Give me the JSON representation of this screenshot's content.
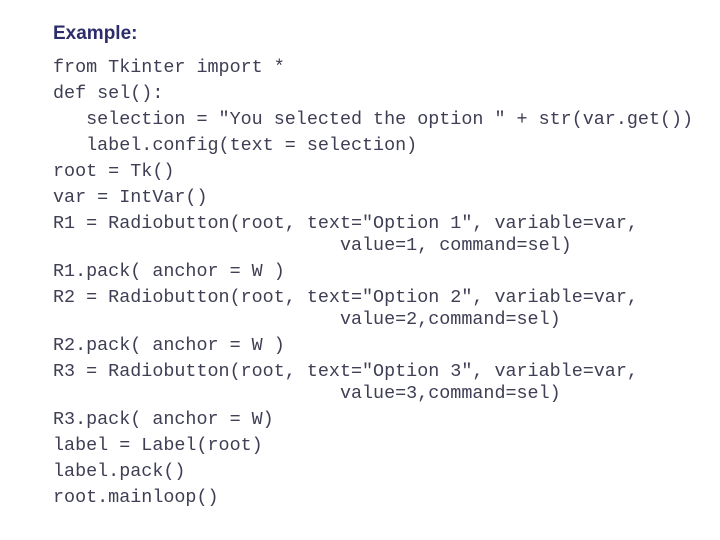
{
  "heading": {
    "label": "Example:"
  },
  "code": {
    "lines": [
      "from Tkinter import *",
      "def sel():",
      "   selection = \"You selected the option \" + str(var.get())",
      "   label.config(text = selection)",
      "root = Tk()",
      "var = IntVar()",
      "R1 = Radiobutton(root, text=\"Option 1\", variable=var,\n                          value=1, command=sel)",
      "R1.pack( anchor = W )",
      "R2 = Radiobutton(root, text=\"Option 2\", variable=var,\n                          value=2,command=sel)",
      "R2.pack( anchor = W )",
      "R3 = Radiobutton(root, text=\"Option 3\", variable=var,\n                          value=3,command=sel)",
      "R3.pack( anchor = W)",
      "label = Label(root)",
      "label.pack()",
      "root.mainloop()"
    ]
  },
  "colors": {
    "background": "#ffffff",
    "heading": "#2d2d6b",
    "code": "#3e3e54"
  }
}
